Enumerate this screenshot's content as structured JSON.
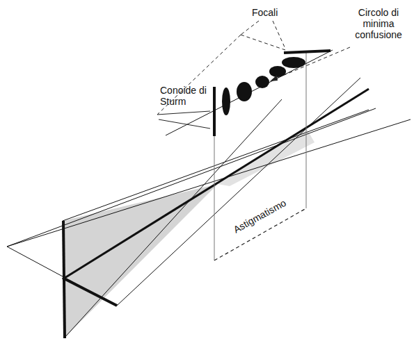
{
  "diagram": {
    "labels": [
      "Focali",
      "Conoide di Sturm",
      "Circolo di minima confusione",
      "Astigmatismo"
    ]
  }
}
